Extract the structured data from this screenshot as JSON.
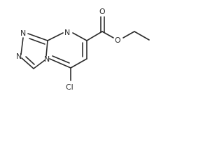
{
  "molecule": {
    "atoms": {
      "n_triazole_1": "N",
      "n_triazole_2": "N",
      "n_bridgehead": "N",
      "n_pyrimidine": "N",
      "o_carbonyl": "O",
      "o_ester": "O",
      "cl": "Cl"
    }
  }
}
